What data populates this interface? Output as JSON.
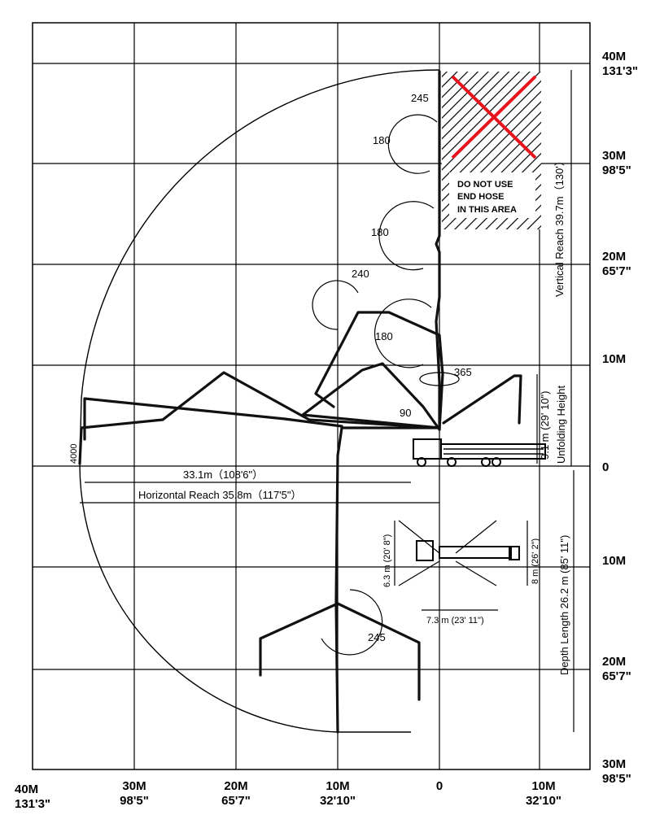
{
  "axes": {
    "right_labels": [
      {
        "m": "40M",
        "ft": "131'3\""
      },
      {
        "m": "30M",
        "ft": "98'5\""
      },
      {
        "m": "20M",
        "ft": "65'7\""
      },
      {
        "m": "10M",
        "ft": ""
      },
      {
        "m": "0",
        "ft": ""
      },
      {
        "m": "10M",
        "ft": ""
      },
      {
        "m": "20M",
        "ft": "65'7\""
      },
      {
        "m": "30M",
        "ft": "98'5\""
      }
    ],
    "bottom_labels": [
      {
        "m": "40M",
        "ft": "131'3\""
      },
      {
        "m": "30M",
        "ft": "98'5\""
      },
      {
        "m": "20M",
        "ft": "65'7\""
      },
      {
        "m": "10M",
        "ft": "32'10\""
      },
      {
        "m": "0",
        "ft": ""
      },
      {
        "m": "10M",
        "ft": "32'10\""
      }
    ]
  },
  "angles": {
    "a245_top": "245",
    "a180_top": "180",
    "a180_mid": "180",
    "a240": "240",
    "a180_low": "180",
    "a365": "365",
    "a90": "90",
    "a245_bottom": "245"
  },
  "warning": {
    "line1": "DO NOT USE",
    "line2": "END HOSE",
    "line3": "IN THIS AREA",
    "cross_color": "#e8141c"
  },
  "dimensions": {
    "vertical_reach": "Vertical Reach  39.7m（130'）",
    "unfolding_height": "Unfolding Height",
    "unfolding_value": "9.1 m (29' 10\")",
    "depth_length": "Depth Length 26.2 m (85' 11\")",
    "horizontal_33": "33.1m（108'6\"）",
    "horizontal_reach": "Horizontal Reach  35.8m（117'5\"）",
    "h4000": "4000",
    "outrigger_front": "6.3 m (20' 8\")",
    "outrigger_rear": "8 m (26' 2\")",
    "outrigger_width": "7.3 m (23' 11\")"
  }
}
